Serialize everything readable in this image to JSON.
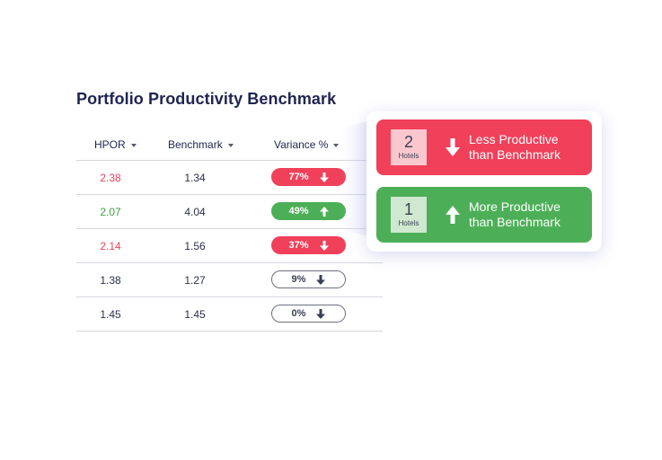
{
  "title": "Portfolio Productivity Benchmark",
  "table": {
    "headers": [
      "HPOR",
      "Benchmark",
      "Variance %"
    ],
    "rows": [
      {
        "hpor": "2.38",
        "benchmark": "1.34",
        "variance": "77%",
        "status": "red",
        "direction": "down"
      },
      {
        "hpor": "2.07",
        "benchmark": "4.04",
        "variance": "49%",
        "status": "green",
        "direction": "up"
      },
      {
        "hpor": "2.14",
        "benchmark": "1.56",
        "variance": "37%",
        "status": "red",
        "direction": "down"
      },
      {
        "hpor": "1.38",
        "benchmark": "1.27",
        "variance": "9%",
        "status": "neutral",
        "direction": "down"
      },
      {
        "hpor": "1.45",
        "benchmark": "1.45",
        "variance": "0%",
        "status": "neutral",
        "direction": "down"
      }
    ]
  },
  "summary": {
    "less": {
      "count": "2",
      "unit": "Hotels",
      "line1": "Less Productive",
      "line2": "than Benchmark",
      "icon": "arrow-down-icon"
    },
    "more": {
      "count": "1",
      "unit": "Hotels",
      "line1": "More Productive",
      "line2": "than Benchmark",
      "icon": "arrow-up-icon"
    }
  },
  "colors": {
    "red": "#f0405a",
    "green": "#4caf57",
    "navy": "#1f2452"
  }
}
